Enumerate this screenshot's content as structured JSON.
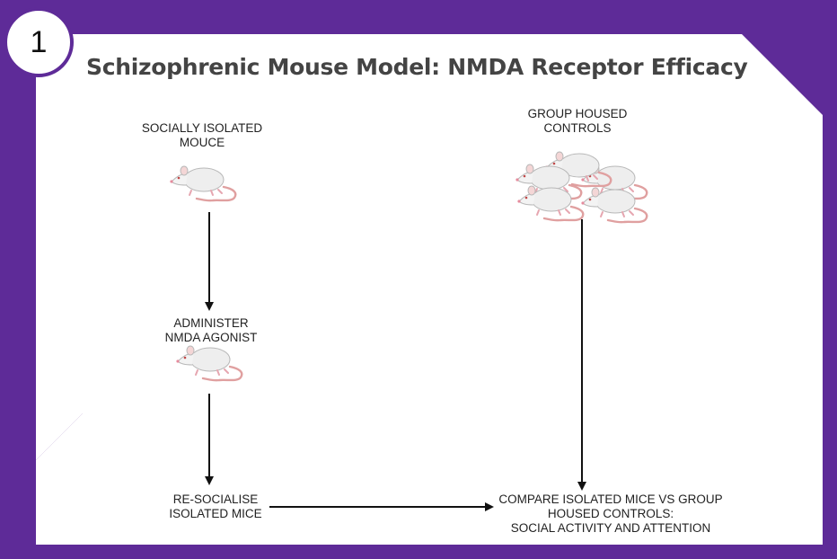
{
  "badge": "1",
  "title": "Schizophrenic Mouse Model:  NMDA Receptor Efficacy",
  "nodes": {
    "isolated": {
      "line1": "SOCIALLY ISOLATED",
      "line2": "MOUCE"
    },
    "administer": {
      "line1": "ADMINISTER",
      "line2": "NMDA AGONIST"
    },
    "resocialise": {
      "line1": "RE-SOCIALISE",
      "line2": "ISOLATED MICE"
    },
    "group": {
      "line1": "GROUP HOUSED",
      "line2": "CONTROLS"
    },
    "compare": {
      "line1": "COMPARE ISOLATED MICE VS GROUP",
      "line2": "HOUSED CONTROLS:",
      "line3": "SOCIAL ACTIVITY AND ATTENTION"
    }
  },
  "icons": [
    "mouse-icon"
  ],
  "colors": {
    "frame": "#5e2b98",
    "panel": "#ffffff",
    "title": "#444444",
    "mouse_body": "#eeeeee",
    "mouse_tail": "#e0a0a0"
  }
}
